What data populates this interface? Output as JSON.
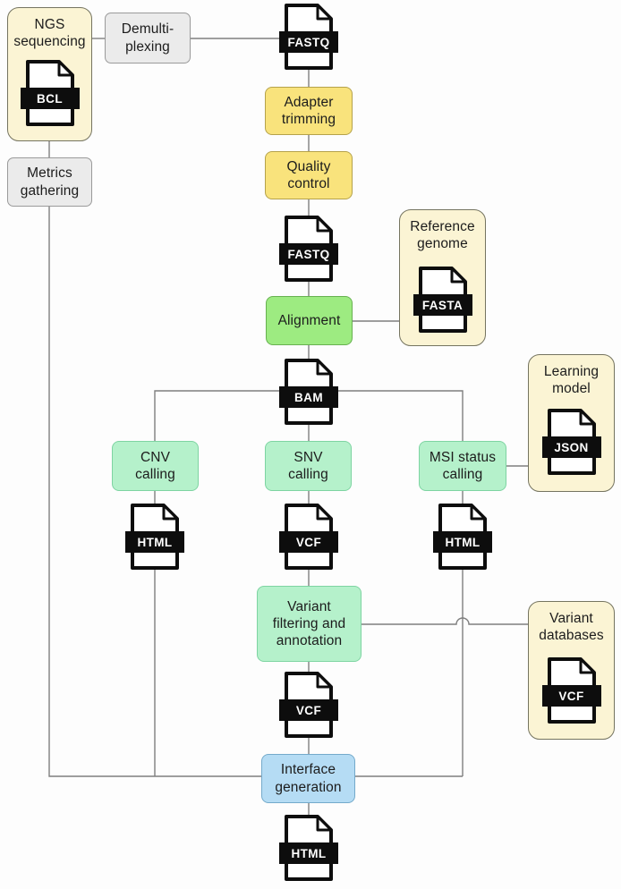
{
  "nodes": {
    "ngs": {
      "label": "NGS\nsequencing"
    },
    "demux": {
      "label": "Demulti-\nplexing"
    },
    "metrics": {
      "label": "Metrics\ngathering"
    },
    "adapter": {
      "label": "Adapter\ntrimming"
    },
    "quality": {
      "label": "Quality\ncontrol"
    },
    "refgenome": {
      "label": "Reference\ngenome"
    },
    "alignment": {
      "label": "Alignment"
    },
    "learning": {
      "label": "Learning\nmodel"
    },
    "cnv": {
      "label": "CNV\ncalling"
    },
    "snv": {
      "label": "SNV\ncalling"
    },
    "msi": {
      "label": "MSI status\ncalling"
    },
    "vfilter": {
      "label": "Variant\nfiltering and\nannotation"
    },
    "vdb": {
      "label": "Variant\ndatabases"
    },
    "interface": {
      "label": "Interface\ngeneration"
    }
  },
  "files": {
    "bcl": "BCL",
    "fastq_raw": "FASTQ",
    "fastq_trimmed": "FASTQ",
    "fasta": "FASTA",
    "bam": "BAM",
    "json": "JSON",
    "cnv_html": "HTML",
    "snv_vcf": "VCF",
    "msi_html": "HTML",
    "filtered_vcf": "VCF",
    "db_vcf": "VCF",
    "report_html": "HTML"
  },
  "colors": {
    "cream": "#FBF4D4",
    "cream_border": "#757460",
    "yellow": "#F9E37C",
    "yellow_border": "#B5A24B",
    "green": "#9DEB81",
    "green_border": "#67B150",
    "mint": "#B5F1CB",
    "mint_border": "#7ED4A2",
    "blue": "#B5DCF4",
    "blue_border": "#74AACB",
    "gray": "#EBEBEB",
    "gray_border": "#9A9A9A",
    "line": "#7F7F7F",
    "icon_black": "#0D0D0D"
  }
}
